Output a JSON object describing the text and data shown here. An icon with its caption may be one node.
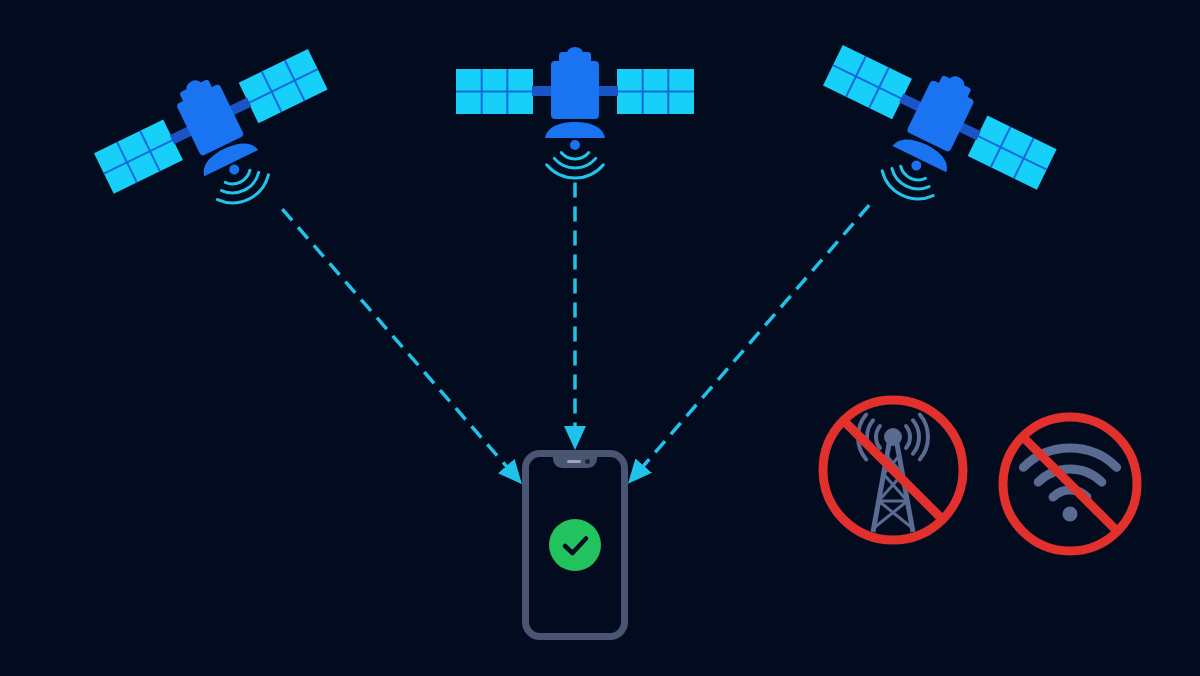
{
  "diagram": {
    "nodes": [
      {
        "text": [],
        "shape": "picture"
      },
      {
        "text": [],
        "shape": "picture"
      },
      {
        "text": [],
        "shape": "picture"
      },
      {
        "text": [],
        "shape": "picture"
      }
    ],
    "edges": [
      {
        "from": 0,
        "to": 3,
        "arrow": "to",
        "style": "dashed"
      },
      {
        "from": 1,
        "to": 3,
        "arrow": "to",
        "style": "dashed"
      },
      {
        "from": 2,
        "to": 3,
        "arrow": "to",
        "style": "dashed"
      }
    ]
  }
}
